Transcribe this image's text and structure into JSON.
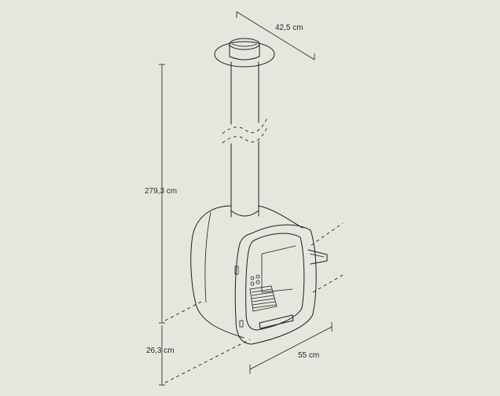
{
  "colors": {
    "background": "#e7e6de",
    "line": "#1e1e1e",
    "text": "#2a2a2a"
  },
  "dimensions": {
    "depth": "42,5 cm",
    "height": "279,3 cm",
    "floor_clearance": "26,3 cm",
    "width": "55 cm"
  }
}
